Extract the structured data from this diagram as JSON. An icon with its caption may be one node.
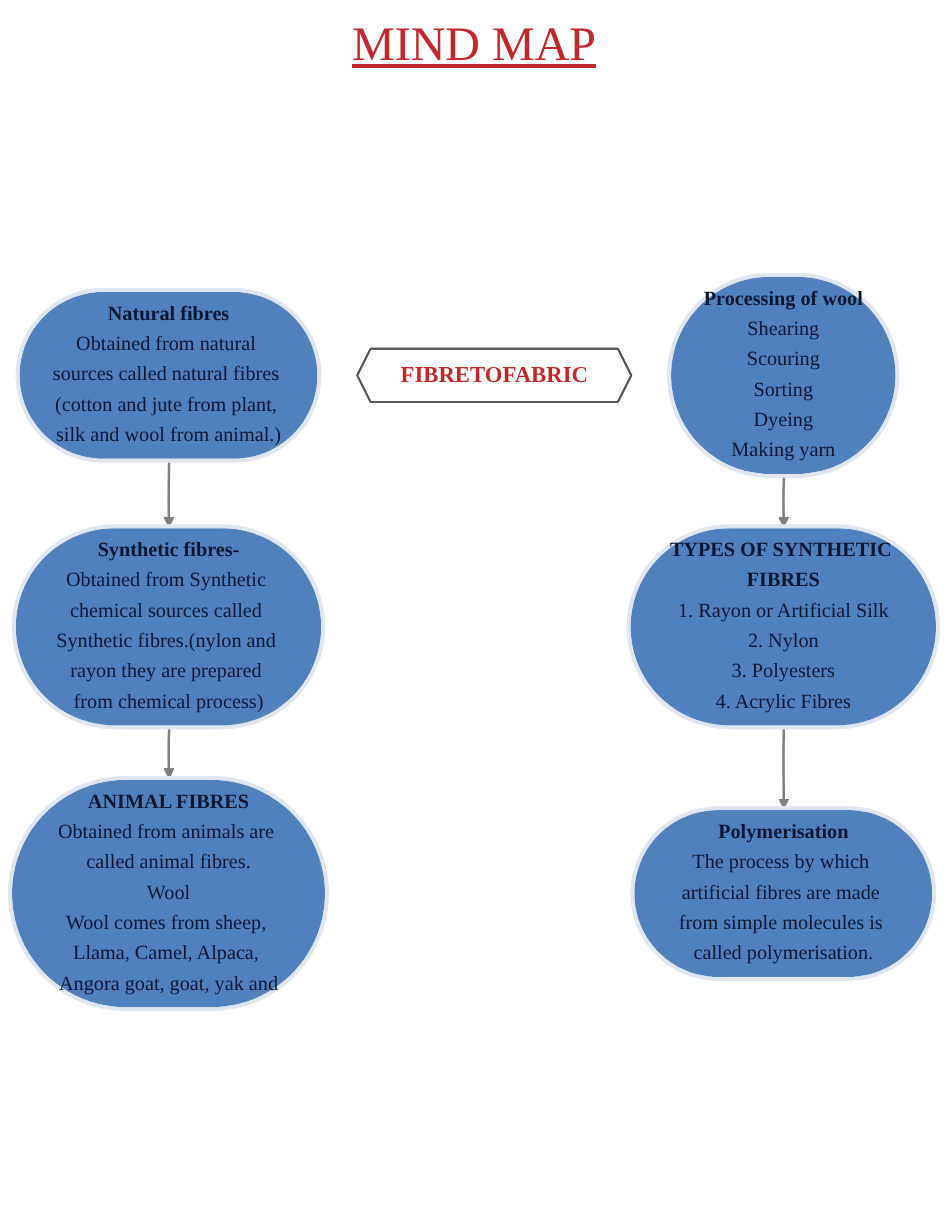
{
  "diagram": {
    "title": "MIND MAP",
    "nodes": [
      {
        "text": [
          "Natural fibres",
          "Obtained from natural sources called natural fibres (cotton and jute from plant, silk and wool from animal.)"
        ]
      },
      {
        "text": [
          "Synthetic fibres-",
          "Obtained from Synthetic chemical sources called Synthetic fibres.(nylon and rayon they are prepared from chemical process)"
        ]
      },
      {
        "text": [
          "ANIMAL FIBRES",
          "Obtained from animals are called animal fibres.",
          "Wool",
          "Wool comes from sheep, Llama, Camel, Alpaca, Angora goat, goat, yak and"
        ]
      },
      {
        "text": [
          "FIBRETOFABRIC"
        ]
      },
      {
        "text": [
          "Processing of wool",
          "Shearing",
          "Scouring",
          "Sorting",
          "Dyeing",
          "Making yarn"
        ]
      },
      {
        "text": [
          "TYPES OF SYNTHETIC FIBRES",
          "1. Rayon or Artificial Silk",
          "2. Nylon",
          "3. Polyesters",
          "4. Acrylic Fibres"
        ]
      },
      {
        "text": [
          "Polymerisation",
          "The process by which artificial fibres are made from simple molecules is called polymerisation."
        ]
      }
    ],
    "edges": [
      {
        "from": 0,
        "to": 1,
        "arrow": "to"
      },
      {
        "from": 1,
        "to": 2,
        "arrow": "to"
      },
      {
        "from": 4,
        "to": 5,
        "arrow": "to"
      },
      {
        "from": 5,
        "to": 6,
        "arrow": "to"
      }
    ]
  }
}
